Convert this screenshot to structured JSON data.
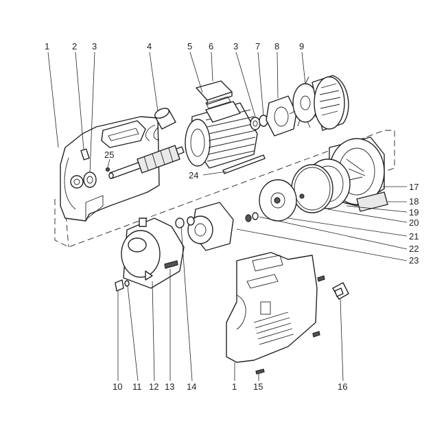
{
  "diagram": {
    "type": "exploded-parts-drawing",
    "callouts": [
      {
        "id": "c1-top",
        "text": "1"
      },
      {
        "id": "c2",
        "text": "2"
      },
      {
        "id": "c3-left",
        "text": "3"
      },
      {
        "id": "c4",
        "text": "4"
      },
      {
        "id": "c5",
        "text": "5"
      },
      {
        "id": "c6",
        "text": "6"
      },
      {
        "id": "c3-right",
        "text": "3"
      },
      {
        "id": "c7",
        "text": "7"
      },
      {
        "id": "c8",
        "text": "8"
      },
      {
        "id": "c9",
        "text": "9"
      },
      {
        "id": "c25",
        "text": "25"
      },
      {
        "id": "c24",
        "text": "24"
      },
      {
        "id": "c17",
        "text": "17"
      },
      {
        "id": "c18",
        "text": "18"
      },
      {
        "id": "c19",
        "text": "19"
      },
      {
        "id": "c20",
        "text": "20"
      },
      {
        "id": "c21",
        "text": "21"
      },
      {
        "id": "c22",
        "text": "22"
      },
      {
        "id": "c23",
        "text": "23"
      },
      {
        "id": "c10",
        "text": "10"
      },
      {
        "id": "c11",
        "text": "11"
      },
      {
        "id": "c12",
        "text": "12"
      },
      {
        "id": "c13",
        "text": "13"
      },
      {
        "id": "c14",
        "text": "14"
      },
      {
        "id": "c1-bottom",
        "text": "1"
      },
      {
        "id": "c15",
        "text": "15"
      },
      {
        "id": "c16",
        "text": "16"
      }
    ]
  }
}
